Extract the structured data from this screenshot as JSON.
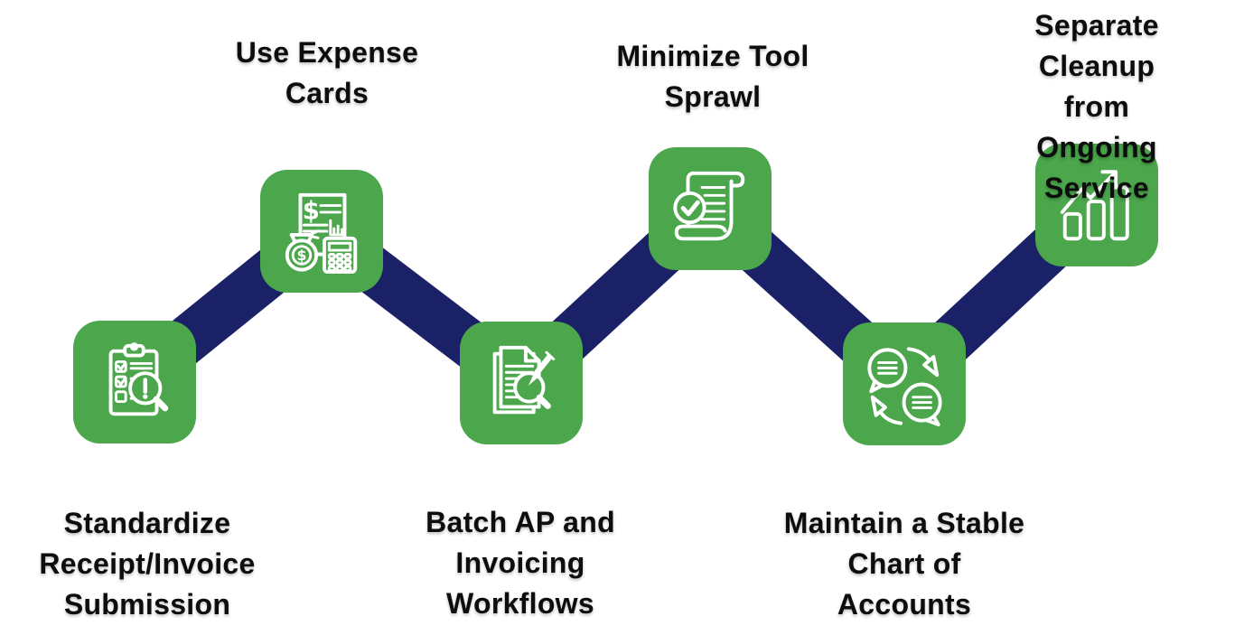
{
  "diagram": {
    "type": "zigzag-process-infographic",
    "background": "#FFFFFF"
  },
  "colors": {
    "step_green": "#4BA64C",
    "connector_navy": "#1B2166",
    "label_text": "#0D0D0D",
    "icon_stroke": "#FFFFFF"
  },
  "icons": {
    "currency_symbol": "$"
  },
  "steps": [
    {
      "label": "Standardize\nReceipt/Invoice\nSubmission",
      "icon": "clipboard-checklist-magnifier-icon",
      "position": "bottom"
    },
    {
      "label": "Use Expense\nCards",
      "icon": "invoice-moneybag-calculator-icon",
      "position": "top"
    },
    {
      "label": "Batch AP and\nInvoicing\nWorkflows",
      "icon": "documents-magnifier-pencil-icon",
      "position": "bottom"
    },
    {
      "label": "Minimize Tool\nSprawl",
      "icon": "scroll-checkmark-icon",
      "position": "top"
    },
    {
      "label": "Maintain a Stable\nChart of\nAccounts",
      "icon": "chat-bubbles-sync-icon",
      "position": "bottom"
    },
    {
      "label": "Separate\nCleanup from\nOngoing Service",
      "icon": "bar-chart-growth-arrow-icon",
      "position": "top"
    }
  ]
}
